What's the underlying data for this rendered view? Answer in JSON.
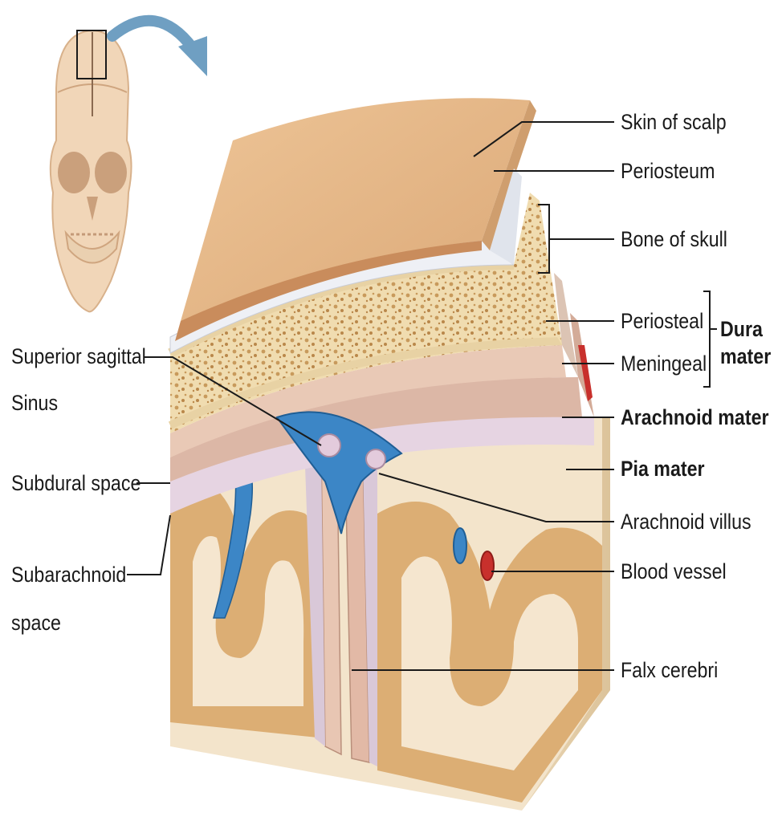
{
  "labels": {
    "skin_of_scalp": "Skin of scalp",
    "periosteum": "Periosteum",
    "bone_of_skull": "Bone of skull",
    "periosteal": "Periosteal",
    "meningeal": "Meningeal",
    "dura_mater_line1": "Dura",
    "dura_mater_line2": "mater",
    "arachnoid_mater": "Arachnoid mater",
    "pia_mater": "Pia mater",
    "arachnoid_villus": "Arachnoid villus",
    "blood_vessel": "Blood vessel",
    "falx_cerebri": "Falx cerebri",
    "superior_sagittal_line1": "Superior sagittal",
    "superior_sagittal_line2": "Sinus",
    "subdural_space": "Subdural space",
    "subarachnoid_line1": "Subarachnoid",
    "subarachnoid_line2": "space"
  },
  "colors": {
    "scalp": "#e7b98a",
    "periosteum": "#eef0f5",
    "bone": "#f0dcb0",
    "bone_spongy": "#c89a5c",
    "dura_periosteal": "#e9c9b6",
    "dura_meningeal": "#dcb7a6",
    "arachnoid": "#d9c8d8",
    "pia": "#f3c9a9",
    "gray_matter": "#d9aa72",
    "white_matter": "#f5e6cf",
    "sinus": "#3c86c6",
    "artery": "#c8302c",
    "leader_line": "#1a1a1a",
    "arrow": "#6f9fc2"
  }
}
